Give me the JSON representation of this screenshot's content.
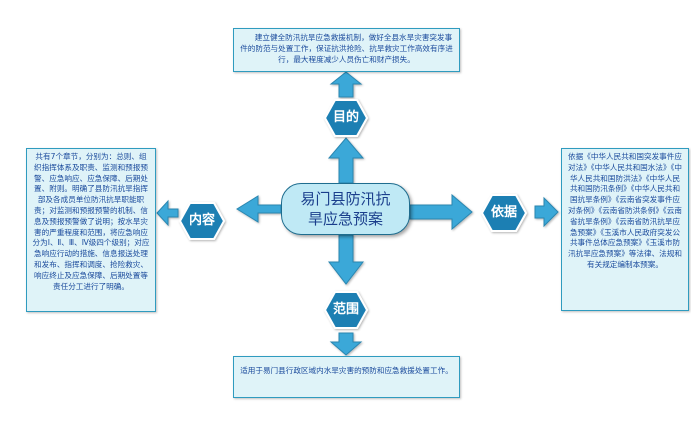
{
  "center": {
    "title": "易门县防汛抗旱应急预案"
  },
  "branches": {
    "purpose": {
      "label": "目的",
      "text": "建立健全防汛抗旱应急救援机制，做好全县水旱灾害突发事件的防范与处置工作，保证抗洪抢险、抗旱救灾工作高效有序进行，最大程度减少人员伤亡和财产损失。"
    },
    "content": {
      "label": "内容",
      "text": "共有7个章节，分别为：总则、组织指挥体系及职责、监测和预报预警、应急响应、应急保障、后期处置、附则。明确了县防汛抗旱指挥部及各成员单位防汛抗旱职能职责；对监测和预报预警的机制、信息及预报预警做了说明；按水旱灾害的严重程度和范围，将应急响应分为Ⅰ、Ⅱ、Ⅲ、Ⅳ级四个级别；对应急响应行动的措施、信息报送处理和发布、指挥和调度、抢险救灾、响应终止及应急保障、后期处置等责任分工进行了明确。"
    },
    "basis": {
      "label": "依据",
      "text": "依据《中华人民共和国突发事件应对法》《中华人民共和国水法》《中华人民共和国防洪法》《中华人民共和国防汛条例》《中华人民共和国抗旱条例》《云南省突发事件应对条例》《云南省防洪条例》《云南省抗旱条例》《云南省防汛抗旱应急预案》《玉溪市人民政府突发公共事件总体应急预案》《玉溪市防汛抗旱应急预案》等法律、法规和有关规定编制本预案。"
    },
    "scope": {
      "label": "范围",
      "text": "适用于易门县行政区域内水旱灾害的预防和应急救援处置工作。"
    }
  },
  "colors": {
    "hex_fill": "#1f7fb3",
    "hex_border": "#ffffff",
    "arrow_fill": "#3aa8d8",
    "box_fill": "#dff3f8",
    "box_border": "#2f9bbf",
    "text": "#1a4a9c"
  }
}
